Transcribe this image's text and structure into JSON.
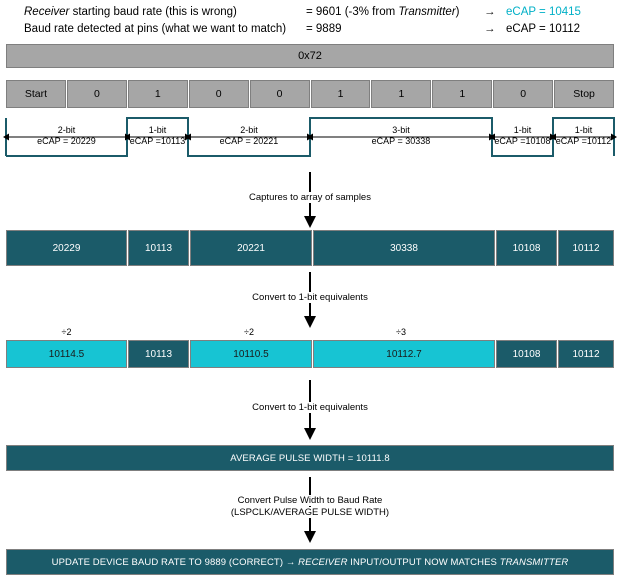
{
  "header": {
    "rows": [
      {
        "description_pre": "Receiver",
        "description": " starting baud rate (this is wrong)",
        "value_pre": "= 9601 (-3% from ",
        "value_ital": "Transmitter",
        "value_post": ")",
        "arrow": "→",
        "ecap": "eCAP = 10415",
        "ecap_color": "#00b0c7"
      },
      {
        "description_pre": "",
        "description": "Baud rate detected at pins (what we want to match)",
        "value_pre": "= 9889",
        "value_ital": "",
        "value_post": "",
        "arrow": "→",
        "ecap": "eCAP = 10112",
        "ecap_color": "#000000"
      }
    ]
  },
  "byte_bar": {
    "label": "0x72"
  },
  "bit_row": {
    "cells": [
      "Start",
      "0",
      "1",
      "0",
      "0",
      "1",
      "1",
      "1",
      "0",
      "Stop"
    ]
  },
  "waveform": {
    "pulses": [
      {
        "bits": "2-bit",
        "ecap": "eCAP = 20229",
        "level": "low"
      },
      {
        "bits": "1-bit",
        "ecap": "eCAP =10113",
        "level": "high"
      },
      {
        "bits": "2-bit",
        "ecap": "eCAP = 20221",
        "level": "low"
      },
      {
        "bits": "3-bit",
        "ecap": "eCAP = 30338",
        "level": "high"
      },
      {
        "bits": "1-bit",
        "ecap": "eCAP =10108",
        "level": "low"
      },
      {
        "bits": "1-bit",
        "ecap": "eCAP =10112",
        "level": "high"
      }
    ],
    "stroke_color": "#1b5b69"
  },
  "flow1": {
    "label": "Captures to array of samples"
  },
  "samples_row": {
    "cells": [
      "20229",
      "10113",
      "20221",
      "30338",
      "10108",
      "10112"
    ]
  },
  "flow2": {
    "label": "Convert to 1-bit equivalents"
  },
  "divisors": [
    "÷2",
    "",
    "÷2",
    "÷3",
    "",
    ""
  ],
  "normalized_row": {
    "cells": [
      {
        "value": "10114.5",
        "style": "cyan"
      },
      {
        "value": "10113",
        "style": "dark"
      },
      {
        "value": "10110.5",
        "style": "cyan"
      },
      {
        "value": "10112.7",
        "style": "cyan"
      },
      {
        "value": "10108",
        "style": "dark"
      },
      {
        "value": "10112",
        "style": "dark"
      }
    ]
  },
  "flow3": {
    "label": "Convert to 1-bit equivalents"
  },
  "average_bar": {
    "label": "AVERAGE PULSE WIDTH = 10111.8"
  },
  "flow4": {
    "line1": "Convert Pulse Width to Baud Rate",
    "line2": "(LSPCLK/AVERAGE PULSE WIDTH)"
  },
  "result_bar": {
    "pre": "UPDATE DEVICE BAUD RATE TO 9889 (CORRECT) → ",
    "ital1": "RECEIVER",
    "mid": " INPUT/OUTPUT NOW MATCHES ",
    "ital2": "TRANSMITTER"
  }
}
